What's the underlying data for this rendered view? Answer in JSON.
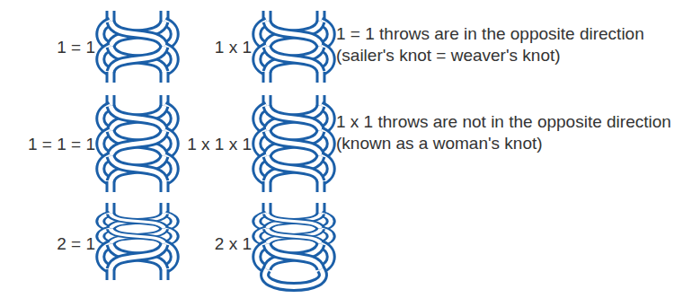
{
  "diagram": {
    "labels": [
      "1 = 1",
      "1 x 1",
      "1 = 1 throws are in the opposite direction (sailer's knot = weaver's knot)",
      "1 = 1 = 1",
      "1 x 1 x 1",
      "1 x 1 throws are not in the opposite direction (known as a woman's knot)",
      "2 = 1",
      "2 x 1"
    ]
  }
}
